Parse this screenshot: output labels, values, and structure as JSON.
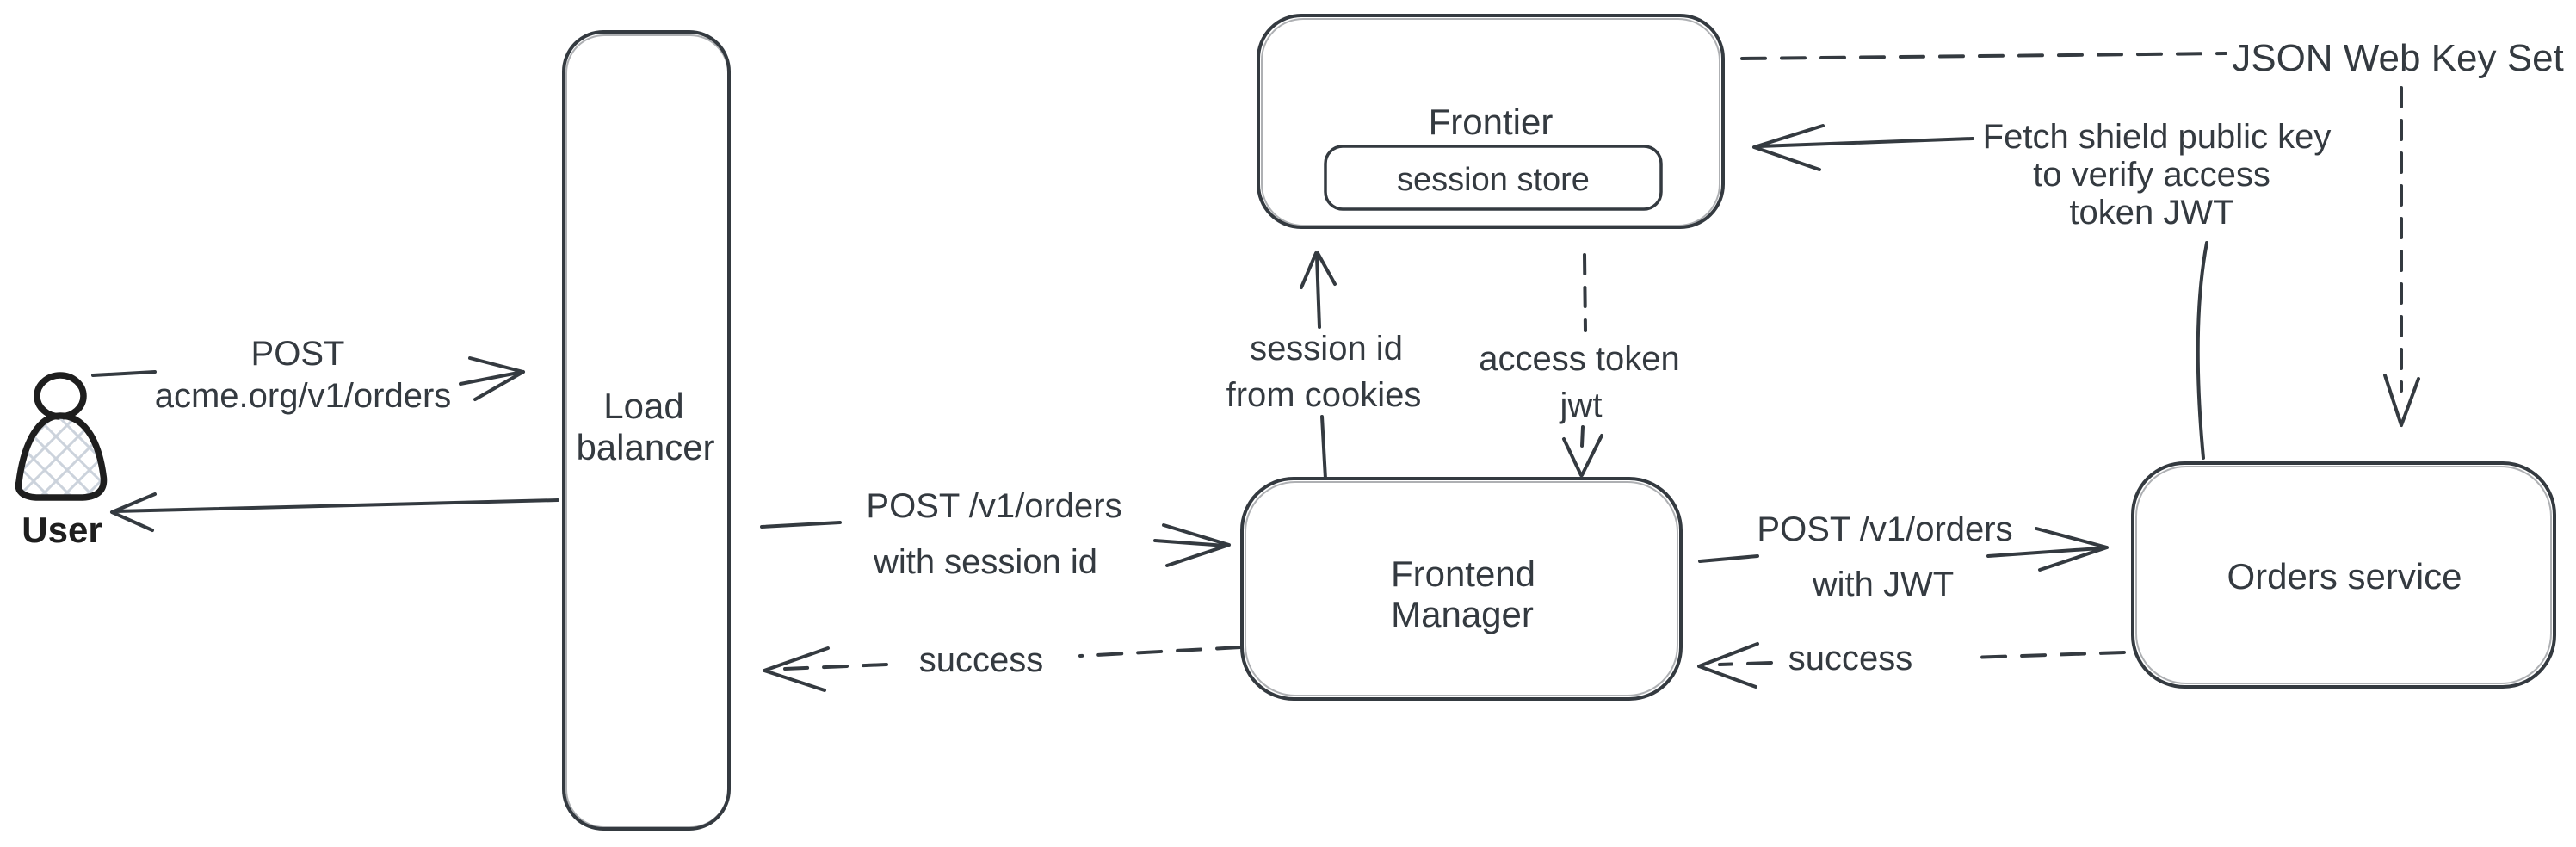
{
  "diagram": {
    "nodes": {
      "user": {
        "label": "User"
      },
      "load_balancer": {
        "line1": "Load",
        "line2": "balancer"
      },
      "frontier": {
        "label": "Frontier",
        "store_label": "session store"
      },
      "frontend_manager": {
        "line1": "Frontend",
        "line2": "Manager"
      },
      "orders_service": {
        "label": "Orders service"
      }
    },
    "edges": {
      "user_to_lb": {
        "line1": "POST",
        "line2": "acme.org/v1/orders"
      },
      "lb_to_fm": {
        "line1": "POST /v1/orders",
        "line2": "with session id"
      },
      "fm_to_lb": {
        "label": "success"
      },
      "fm_to_frontier": {
        "line1": "session id",
        "line2": "from cookies"
      },
      "frontier_to_fm": {
        "line1": "access token",
        "line2": "jwt"
      },
      "fm_to_orders": {
        "line1": "POST /v1/orders",
        "line2": "with JWT"
      },
      "orders_to_fm": {
        "label": "success"
      },
      "orders_to_frontier": {
        "line1": "Fetch shield public key",
        "line2": "to verify access",
        "line3": "token JWT"
      },
      "frontier_to_jwks": {
        "label": "JSON Web Key Set"
      }
    },
    "colors": {
      "ink": "#343a40",
      "user_ink": "#1e1e1e",
      "crosshatch": "#ccd3dc",
      "background": "#ffffff"
    }
  }
}
